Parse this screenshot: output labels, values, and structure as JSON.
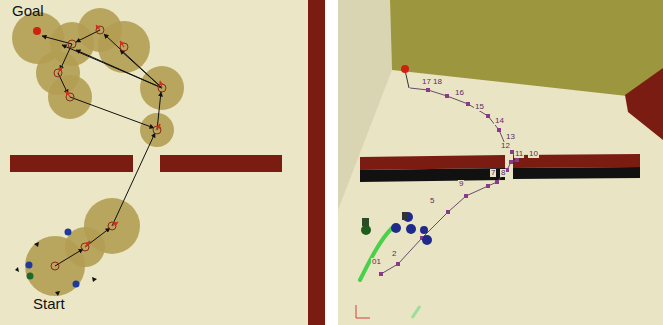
{
  "diagram": {
    "labels": [
      "Goal",
      "Start",
      "01",
      "2",
      "5",
      "9",
      "7",
      "8",
      "12",
      "11",
      "10",
      "13",
      "14",
      "15",
      "16",
      "17",
      "18"
    ]
  }
}
